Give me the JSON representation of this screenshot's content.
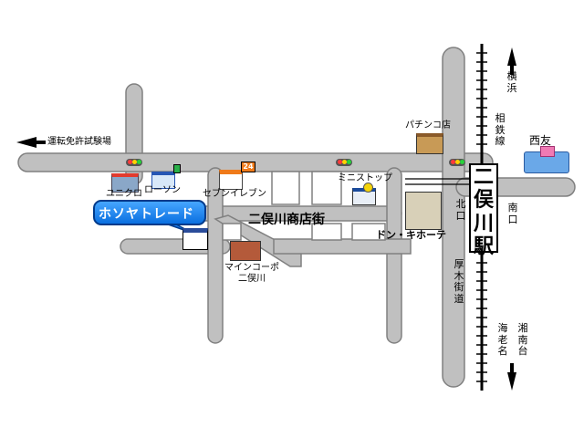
{
  "labels": {
    "driving_test": "運転免許試験場",
    "uniqlo": "ユニクロ",
    "lawson": "ローソン",
    "seven_eleven": "セブンイレブン",
    "route_number": "24",
    "mini_stop": "ミニストップ",
    "pachinko": "パチンコ店",
    "sotetsu": "相鉄線",
    "station": "二俣川駅",
    "north_exit": "北口",
    "south_exit": "南口",
    "seiyu": "西友",
    "north_direction": "横浜",
    "south_direction_right": "湘南台",
    "south_direction_left": "海老名",
    "atsugi_road": "厚木街道",
    "shopping_street": "二俣川商店街",
    "donki": "ドン・キホーテ",
    "mine_corpo": "マインコーポ\n二俣川",
    "hosoya_trade": "ホソヤトレード"
  },
  "colors": {
    "road": "#c0c0c0",
    "road_edge": "#808080",
    "rail": "#000000",
    "callout": "#1e7ff0"
  },
  "icons": {
    "traffic_light": "traffic-light-icon",
    "store": "store-icon",
    "house": "house-icon",
    "arrow": "arrow-icon"
  }
}
